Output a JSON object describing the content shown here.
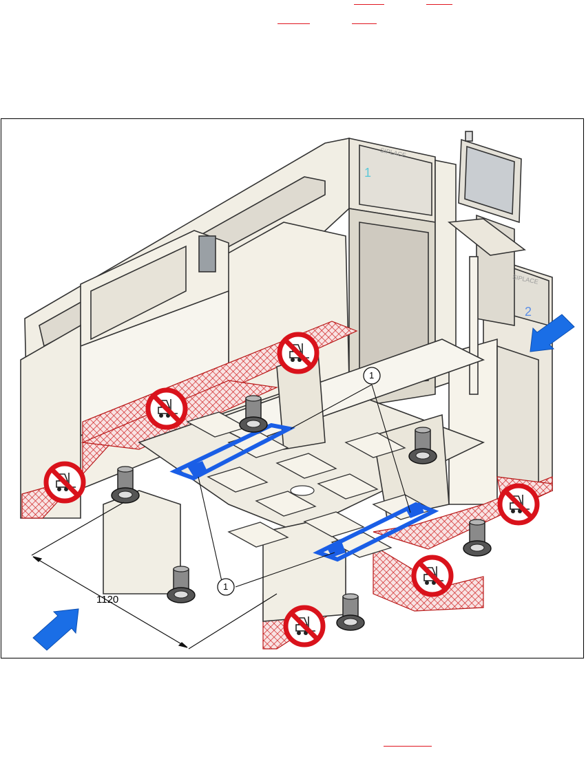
{
  "colors": {
    "reference_mark": "#e0141e",
    "transport_marking": "#1a5ee6",
    "prohibition_sign": "#d9121b",
    "hatched_zone": "#d02020",
    "machine_body": "#f1eee4"
  },
  "figure": {
    "machine_labels": [
      "SIPLACE",
      "SIPLACE"
    ],
    "machine_numbers": [
      "1",
      "2"
    ],
    "dimension_label": "1120",
    "callouts": [
      "1",
      "1"
    ],
    "icons": {
      "no_forklift": "no-forklift-sign",
      "access_arrow": "access-direction-arrow"
    }
  }
}
